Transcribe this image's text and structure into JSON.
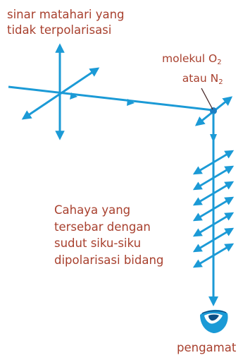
{
  "labels": {
    "source_line1": "sinar matahari yang",
    "source_line2": "tidak terpolarisasi",
    "molecule_line1_prefix": "molekul O",
    "molecule_line1_sub": "2",
    "molecule_line2_prefix": "atau N",
    "molecule_line2_sub": "2",
    "scattered_line1": "Cahaya yang",
    "scattered_line2": "tersebar dengan",
    "scattered_line3": "sudut siku-siku",
    "scattered_line4": "dipolarisasi bidang",
    "observer": "pengamat"
  },
  "colors": {
    "ray": "#1b9ad6",
    "text": "#a8402e",
    "molecule": "#1b7fc4",
    "eye": "#1b9ad6"
  },
  "icons": {
    "observer": "eye-icon",
    "molecule": "molecule-icon"
  }
}
